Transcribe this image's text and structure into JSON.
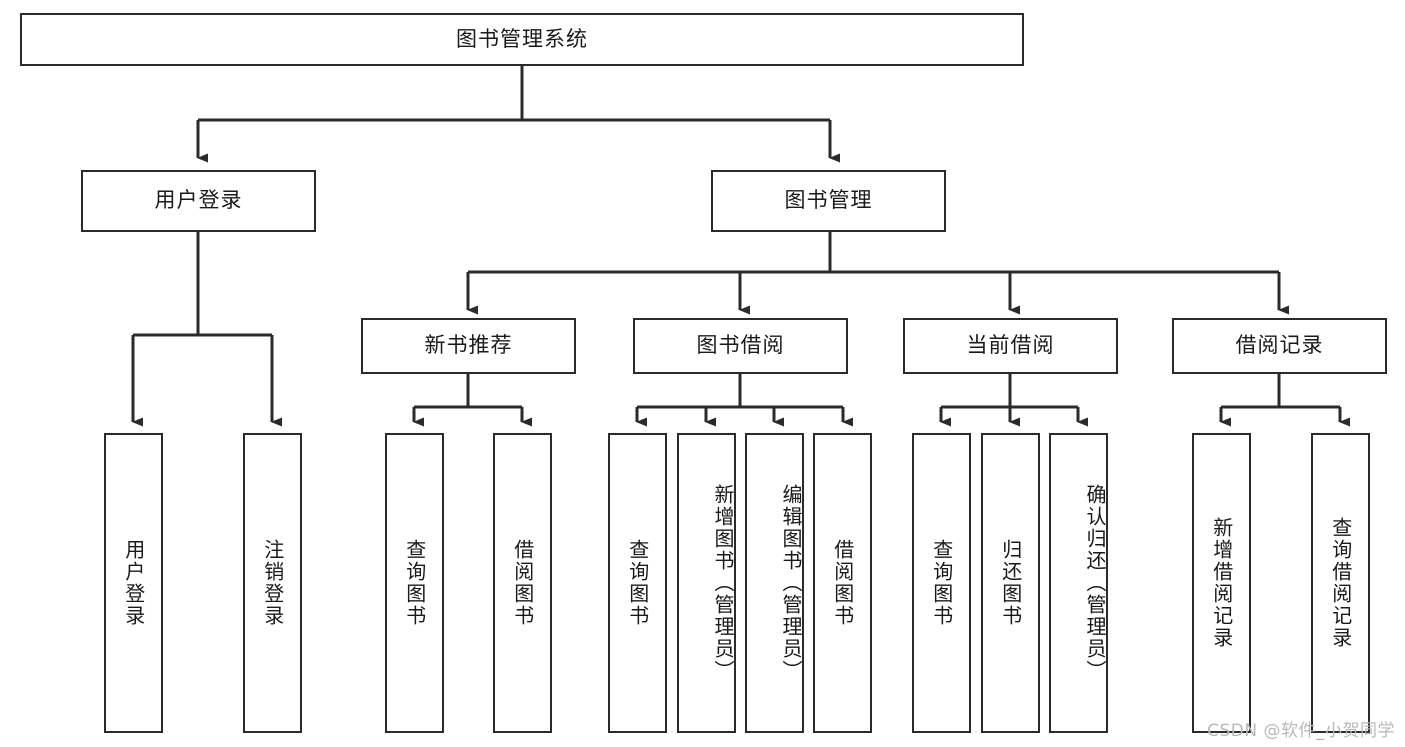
{
  "diagram": {
    "title": "图书管理系统",
    "type": "tree",
    "watermark": "CSDN @软件_小贺同学",
    "colors": {
      "stroke": "#2b2b2b",
      "fill": "#ffffff",
      "text": "#1a1a1a",
      "watermark": "#b8b8b8"
    },
    "root": {
      "label": "图书管理系统"
    },
    "level2": [
      {
        "label": "用户登录"
      },
      {
        "label": "图书管理"
      }
    ],
    "level3": [
      {
        "label": "新书推荐"
      },
      {
        "label": "图书借阅"
      },
      {
        "label": "当前借阅"
      },
      {
        "label": "借阅记录"
      }
    ],
    "leaves": {
      "user_login": [
        {
          "label": "用户登录"
        },
        {
          "label": "注销登录"
        }
      ],
      "new_book_recommend": [
        {
          "label": "查询图书"
        },
        {
          "label": "借阅图书"
        }
      ],
      "book_borrow": [
        {
          "label": "查询图书"
        },
        {
          "label": "新增图书（管理员）"
        },
        {
          "label": "编辑图书（管理员）"
        },
        {
          "label": "借阅图书"
        }
      ],
      "current_borrow": [
        {
          "label": "查询图书"
        },
        {
          "label": "归还图书"
        },
        {
          "label": "确认归还（管理员）"
        }
      ],
      "borrow_record": [
        {
          "label": "新增借阅记录"
        },
        {
          "label": "查询借阅记录"
        }
      ]
    }
  }
}
